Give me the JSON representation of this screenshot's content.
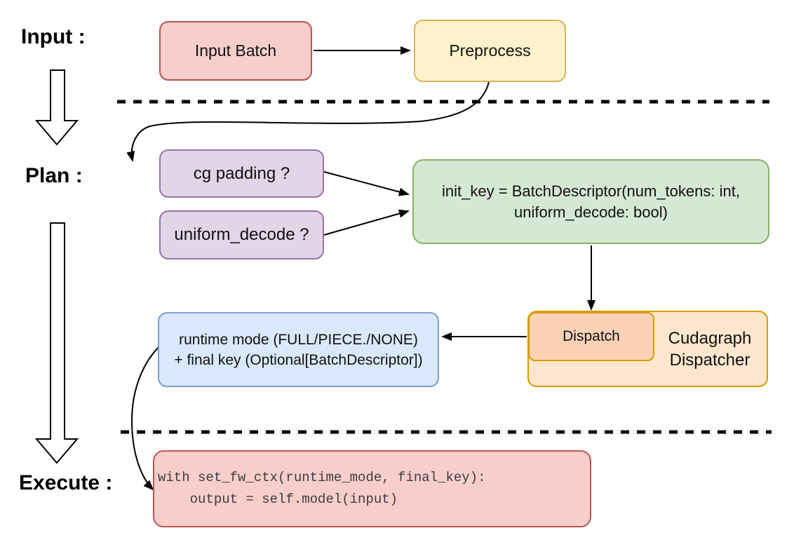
{
  "title": "Cudagraph dispatch flow diagram",
  "stages": {
    "input": {
      "label": "Input :"
    },
    "plan": {
      "label": "Plan :"
    },
    "execute": {
      "label": "Execute :"
    }
  },
  "nodes": {
    "input_batch": {
      "label": "Input Batch",
      "fill": "#f8cecc",
      "border": "#b85450"
    },
    "preprocess": {
      "label": "Preprocess",
      "fill": "#fff2cc",
      "border": "#d6b656"
    },
    "cg_padding": {
      "label": "cg padding ?",
      "fill": "#e1d5e7",
      "border": "#9673a6"
    },
    "uniform_decode": {
      "label": "uniform_decode ?",
      "fill": "#e1d5e7",
      "border": "#9673a6"
    },
    "init_key": {
      "line1": "init_key = BatchDescriptor(num_tokens: int,",
      "line2": "uniform_decode: bool)",
      "fill": "#d5e8d4",
      "border": "#82b366"
    },
    "runtime_mode": {
      "line1": "runtime mode (FULL/PIECE./NONE)",
      "line2": "+ final key (Optional[BatchDescriptor])",
      "fill": "#dae8fc",
      "border": "#7e9cd0"
    },
    "dispatch": {
      "label": "Dispatch",
      "fill": "#fbd2b6",
      "border": "#d79b00"
    },
    "cudagraph_dispatcher": {
      "line1": "Cudagraph",
      "line2": "Dispatcher",
      "fill": "#ffe6cc",
      "border": "#d79b00"
    },
    "execute_code": {
      "line1": "with set_fw_ctx(runtime_mode, final_key):",
      "line2": "    output = self.model(input)",
      "fill": "#f8cecc",
      "border": "#b85450"
    }
  }
}
